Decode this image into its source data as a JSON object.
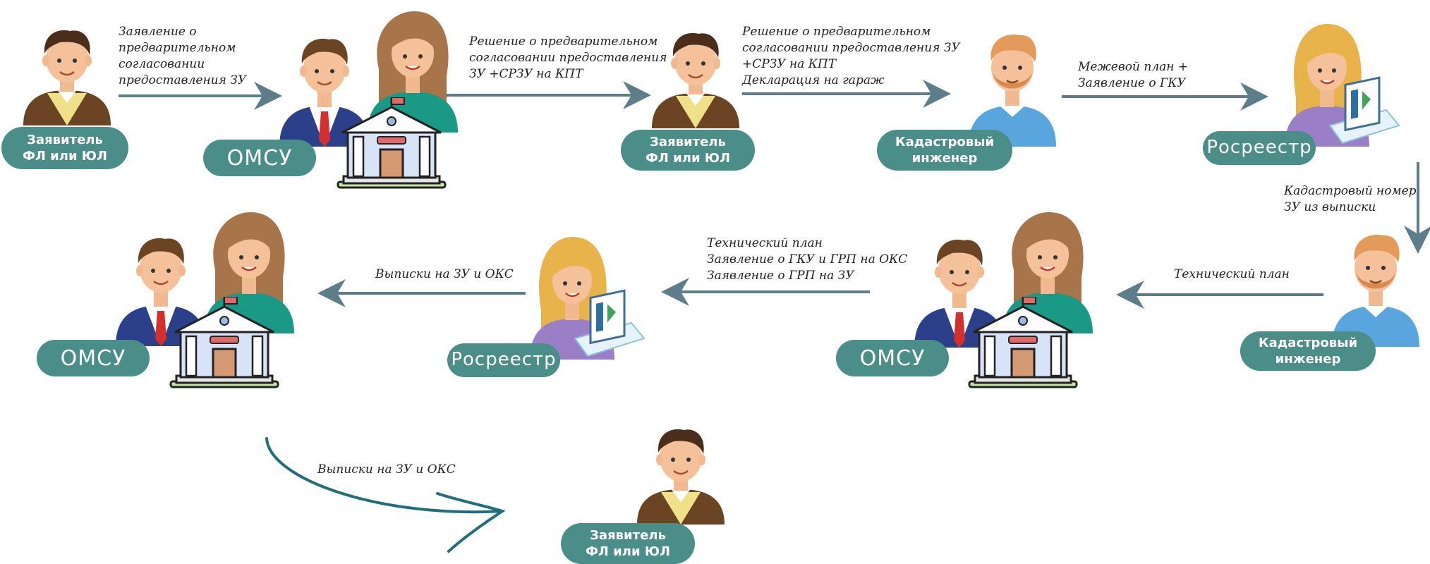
{
  "nodes": {
    "applicant_1": {
      "line1": "Заявитель",
      "line2": "ФЛ или ЮЛ"
    },
    "omsu_1": {
      "label": "ОМСУ"
    },
    "applicant_2": {
      "line1": "Заявитель",
      "line2": "ФЛ или ЮЛ"
    },
    "engineer_1": {
      "line1": "Кадастровый",
      "line2": "инженер"
    },
    "rosreestr_1": {
      "label": "Росреестр"
    },
    "engineer_2": {
      "line1": "Кадастровый",
      "line2": "инженер"
    },
    "omsu_2": {
      "label": "ОМСУ"
    },
    "rosreestr_2": {
      "label": "Росреестр"
    },
    "omsu_3": {
      "label": "ОМСУ"
    },
    "applicant_3": {
      "line1": "Заявитель",
      "line2": "ФЛ или ЮЛ"
    }
  },
  "edges": {
    "e1": [
      "Заявление о",
      "предварительном",
      "согласовании",
      "предоставления ЗУ"
    ],
    "e2": [
      "Решение о предварительном",
      "согласовании предоставления",
      "ЗУ +СРЗУ на КПТ"
    ],
    "e3": [
      "Решение о предварительном",
      "согласовании предоставления ЗУ",
      "+СРЗУ на КПТ",
      "Декларация на гараж"
    ],
    "e4": [
      "Межевой план +",
      "Заявление о ГКУ"
    ],
    "e5": [
      "Кадастровый номер",
      "ЗУ из выписки"
    ],
    "e6": [
      "Технический план"
    ],
    "e7": [
      "Технический план",
      "Заявление о ГКУ и ГРП на ОКС",
      "Заявление о ГРП на ЗУ"
    ],
    "e8": [
      "Выписки на ЗУ и ОКС"
    ],
    "e9": [
      "Выписки на ЗУ и ОКС"
    ]
  },
  "colors": {
    "pill": "#4a8d89",
    "arrow": "#5e7d8a",
    "curve_arrow": "#1f6f7a",
    "skin": "#f4c19b",
    "man_hair": "#5a3a22",
    "woman_hair": "#a8744a",
    "blonde_hair": "#e8b34a",
    "ginger_hair": "#e49a5a"
  }
}
